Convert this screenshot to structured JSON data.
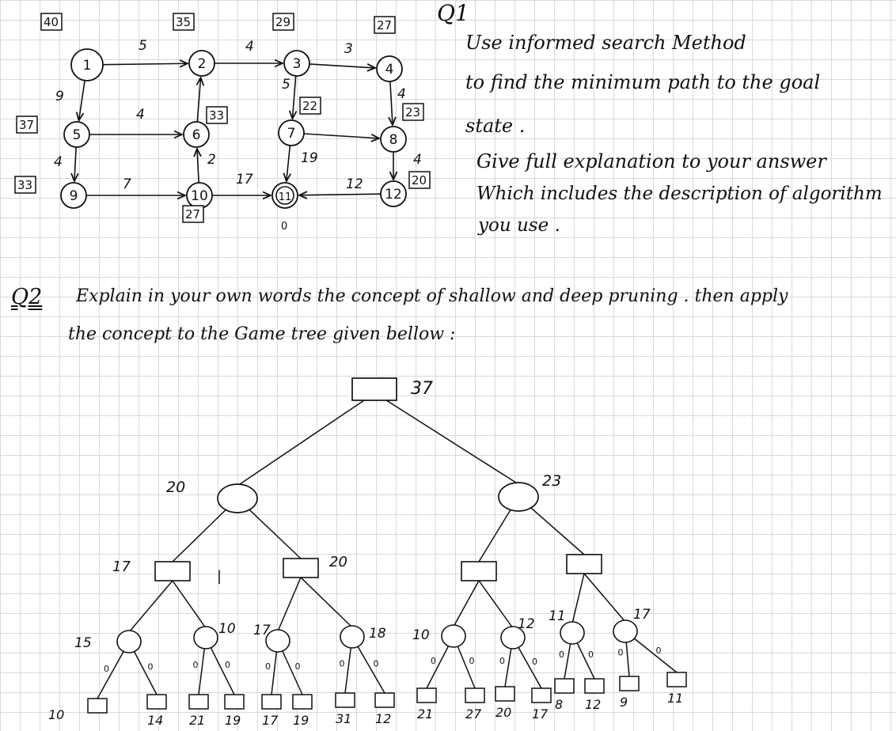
{
  "q1": {
    "label": "Q1",
    "lines": [
      "Use informed search Method",
      "to find the minimum path to the goal",
      "state .",
      "Give full explanation to your answer",
      "Which includes the description of algorithm",
      "you use ."
    ]
  },
  "graph": {
    "nodes": [
      {
        "id": "1",
        "h": "40"
      },
      {
        "id": "2",
        "h": "35"
      },
      {
        "id": "3",
        "h": "29"
      },
      {
        "id": "4",
        "h": "27"
      },
      {
        "id": "5",
        "h": "37"
      },
      {
        "id": "6",
        "h": "33"
      },
      {
        "id": "7",
        "h": "22"
      },
      {
        "id": "8",
        "h": "23"
      },
      {
        "id": "9",
        "h": "33"
      },
      {
        "id": "10",
        "h": "27"
      },
      {
        "id": "11",
        "h": "0",
        "goal": true
      },
      {
        "id": "12",
        "h": "20"
      }
    ],
    "edges": [
      {
        "from": "1",
        "to": "2",
        "w": "5"
      },
      {
        "from": "2",
        "to": "3",
        "w": "4"
      },
      {
        "from": "3",
        "to": "4",
        "w": "3"
      },
      {
        "from": "1",
        "to": "5",
        "w": "9"
      },
      {
        "from": "3",
        "to": "7",
        "w": "5"
      },
      {
        "from": "4",
        "to": "8",
        "w": "4"
      },
      {
        "from": "5",
        "to": "6",
        "w": "4"
      },
      {
        "from": "6",
        "to": "2",
        "w": ""
      },
      {
        "from": "7",
        "to": "8",
        "w": ""
      },
      {
        "from": "5",
        "to": "9",
        "w": "4"
      },
      {
        "from": "10",
        "to": "6",
        "w": "2"
      },
      {
        "from": "7",
        "to": "11",
        "w": "19"
      },
      {
        "from": "8",
        "to": "12",
        "w": "4"
      },
      {
        "from": "9",
        "to": "10",
        "w": "7"
      },
      {
        "from": "10",
        "to": "11",
        "w": "17"
      },
      {
        "from": "12",
        "to": "11",
        "w": "12"
      }
    ]
  },
  "q2": {
    "label": "Q2",
    "line1": "Explain in your own words the concept of shallow and deep pruning . then apply",
    "line2": "the concept to the Game tree given bellow :"
  },
  "tree": {
    "root": "37",
    "level1": [
      "20",
      "23"
    ],
    "level2": [
      "17",
      "20",
      "",
      ""
    ],
    "level3": [
      "15",
      "10",
      "17",
      "18",
      "10",
      "12",
      "11",
      "17"
    ],
    "leaves": [
      "10",
      "14",
      "21",
      "19",
      "17",
      "19",
      "31",
      "12",
      "21",
      "27",
      "20",
      "17",
      "8",
      "12",
      "9",
      "11"
    ],
    "edge_zero": "0",
    "stray_mark": "|"
  }
}
